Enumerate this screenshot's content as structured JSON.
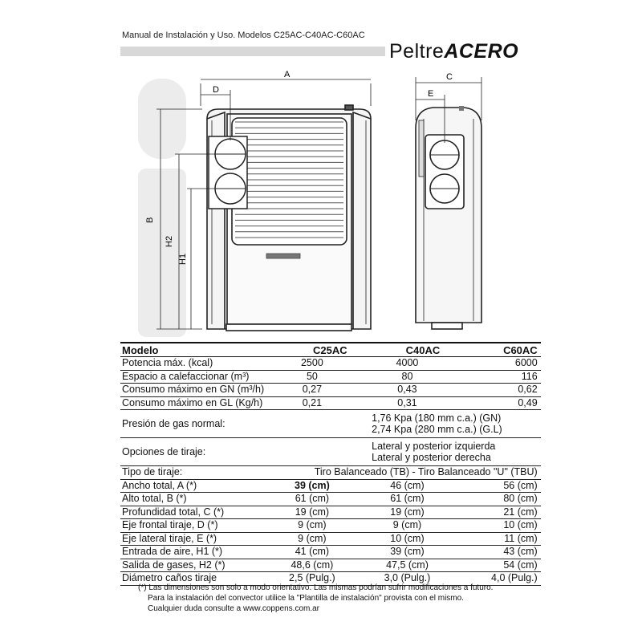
{
  "header": {
    "manual_title": "Manual de Instalación y Uso. Modelos C25AC-C40AC-C60AC",
    "brand_a": "Peltre",
    "brand_b": "ACERO"
  },
  "diagram": {
    "labels": {
      "A": "A",
      "B": "B",
      "C": "C",
      "D": "D",
      "E": "E",
      "H1": "H1",
      "H2": "H2"
    }
  },
  "table": {
    "header": {
      "label": "Modelo",
      "c25": "C25AC",
      "c40": "C40AC",
      "c60": "C60AC"
    },
    "rows": [
      {
        "label": "Potencia máx. (kcal)",
        "c25": "2500",
        "c40": "4000",
        "c60": "6000"
      },
      {
        "label": "Espacio a calefaccionar (m³)",
        "c25": "50",
        "c40": "80",
        "c60": "116"
      },
      {
        "label": "Consumo máximo en GN (m³/h)",
        "c25": "0,27",
        "c40": "0,43",
        "c60": "0,62"
      },
      {
        "label": "Consumo máximo en GL (Kg/h)",
        "c25": "0,21",
        "c40": "0,31",
        "c60": "0,49"
      }
    ],
    "gas_pressure": {
      "label": "Presión de gas normal:",
      "line1": "1,76 Kpa (180 mm c.a.) (GN)",
      "line2": "2,74 Kpa (280 mm c.a.) (G.L)"
    },
    "draft_options": {
      "label": "Opciones de tiraje:",
      "line1": "Lateral y posterior izquierda",
      "line2": "Lateral y posterior derecha"
    },
    "draft_type": {
      "label": "Tipo de tiraje:",
      "value": "Tiro Balanceado (TB) - Tiro Balanceado \"U\" (TBU)"
    },
    "dims": [
      {
        "label": "Ancho total, A (*)",
        "c25": "39 (cm)",
        "c40": "46 (cm)",
        "c60": "56 (cm)"
      },
      {
        "label": "Alto total, B (*)",
        "c25": "61 (cm)",
        "c40": "61 (cm)",
        "c60": "80 (cm)"
      },
      {
        "label": "Profundidad total, C (*)",
        "c25": "19 (cm)",
        "c40": "19 (cm)",
        "c60": "21 (cm)"
      },
      {
        "label": "Eje frontal tiraje, D (*)",
        "c25": "9 (cm)",
        "c40": "9 (cm)",
        "c60": "10 (cm)"
      },
      {
        "label": "Eje lateral tiraje, E (*)",
        "c25": "9 (cm)",
        "c40": "10 (cm)",
        "c60": "11 (cm)"
      },
      {
        "label": "Entrada de aire, H1 (*)",
        "c25": "41 (cm)",
        "c40": "39 (cm)",
        "c60": "43 (cm)"
      },
      {
        "label": "Salida de gases, H2 (*)",
        "c25": "48,6 (cm)",
        "c40": "47,5 (cm)",
        "c60": "54 (cm)"
      },
      {
        "label": "Diámetro caños tiraje",
        "c25": "2,5 (Pulg.)",
        "c40": "3,0 (Pulg.)",
        "c60": "4,0 (Pulg.)"
      }
    ]
  },
  "footnote": {
    "line1": "(*) Las dimensiones son solo a modo orientativo. Las mismas podrían sufrir modificaciones a futuro.",
    "line2": "Para la instalación del convector utilice la \"Plantilla de instalación\" provista con el mismo.",
    "line3": "Cualquier duda consulte a www.coppens.com.ar"
  }
}
